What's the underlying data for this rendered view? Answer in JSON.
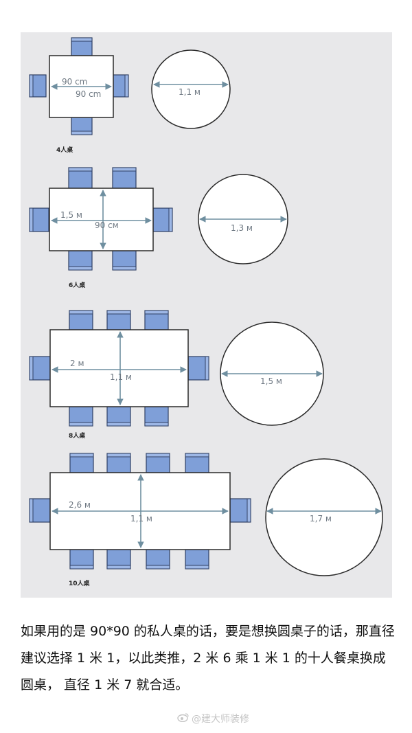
{
  "diagram": {
    "tables": [
      {
        "caption": "4人桌",
        "rect_dims": [
          "90 cm",
          "90 cm"
        ],
        "round_dim": "1,1 м"
      },
      {
        "caption": "6人桌",
        "rect_dims": [
          "1,5 м",
          "90 cм"
        ],
        "round_dim": "1,3 м"
      },
      {
        "caption": "8人桌",
        "rect_dims": [
          "2 м",
          "1,1 м"
        ],
        "round_dim": "1,5 м"
      },
      {
        "caption": "10人桌",
        "rect_dims": [
          "2,6 м",
          "1,1 м"
        ],
        "round_dim": "1,7 м"
      }
    ]
  },
  "caption_text": "如果用的是 90*90 的私人桌的话，要是想换圆桌子的话，那直径建议选择 1 米 1，以此类推，2 米 6 乘 1 米 1 的十人餐桌换成圆桌， 直径 1 米 7 就合适。",
  "watermark": {
    "icon": "weibo-icon",
    "text": "@建大师装修"
  }
}
